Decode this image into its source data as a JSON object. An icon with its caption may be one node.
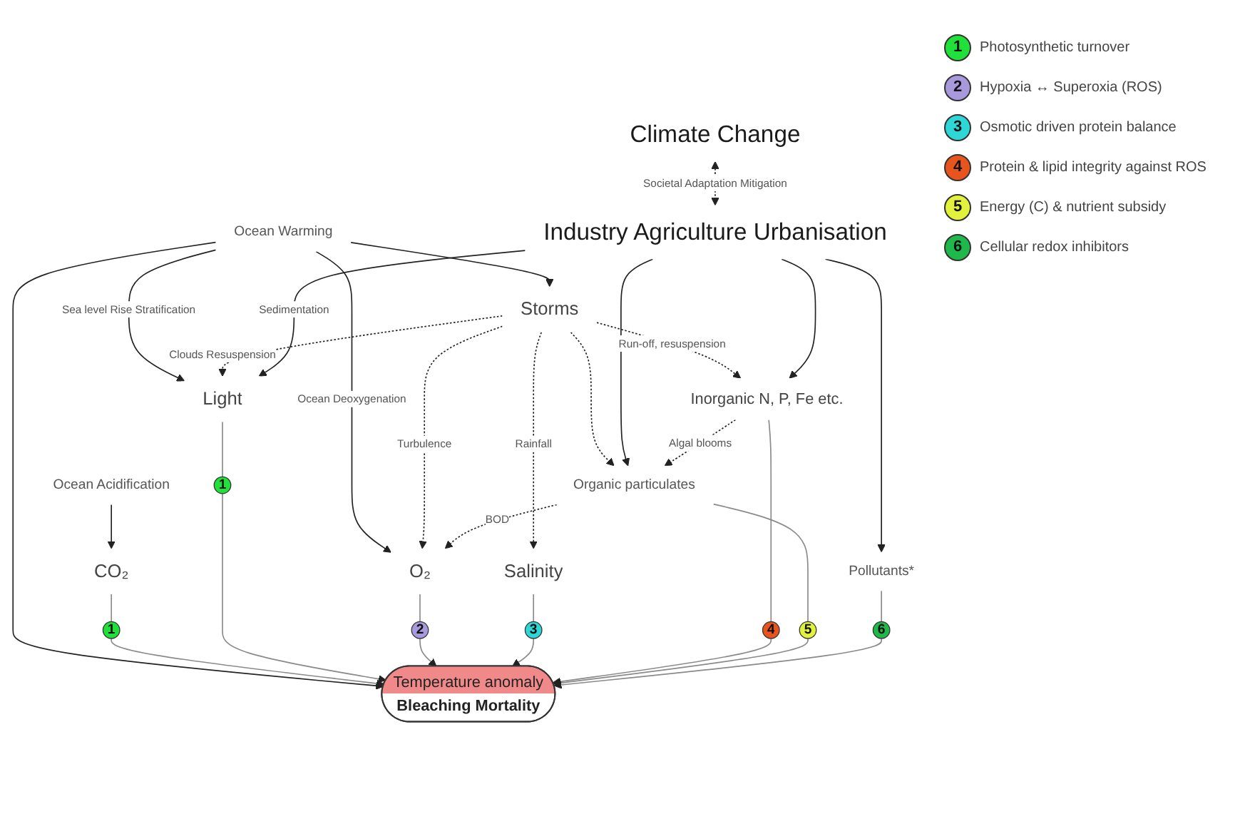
{
  "diagram": {
    "nodes": [
      {
        "text": [
          "Climate Change"
        ]
      },
      {
        "text": [
          "Ocean Acidification"
        ]
      },
      {
        "text": [
          "Ocean Warming"
        ]
      },
      {
        "text": [
          "CO₂"
        ]
      },
      {
        "text": [
          "1"
        ]
      },
      {
        "text": [
          "Temperature anomaly",
          "Bleaching Mortality"
        ]
      },
      {
        "text": [
          "Storms"
        ]
      },
      {
        "text": [
          "Light"
        ]
      },
      {
        "text": [
          "1"
        ]
      },
      {
        "text": [
          "O₂"
        ]
      },
      {
        "text": [
          "2"
        ]
      },
      {
        "text": [
          "3"
        ]
      },
      {
        "text": [
          "Salinity"
        ]
      },
      {
        "text": [
          "6"
        ]
      },
      {
        "text": [
          "Pollutants*"
        ]
      },
      {
        "text": [
          "5"
        ]
      },
      {
        "text": [
          "4"
        ]
      },
      {
        "text": [
          "Inorganic N, P, Fe etc."
        ]
      },
      {
        "text": [
          "Industry Agriculture Urbanisation"
        ]
      },
      {
        "text": [
          "Organic particulates"
        ]
      }
    ],
    "edges": [
      {
        "from": 0,
        "to": 18,
        "arrow": "both",
        "style": "dashed",
        "label": "Societal Adaptation Mitigation"
      },
      {
        "from": 1,
        "to": 3,
        "arrow": "to"
      },
      {
        "from": 2,
        "to": 5,
        "arrow": "to"
      },
      {
        "from": 2,
        "to": 9,
        "arrow": "to",
        "label": "Ocean Deoxygenation"
      },
      {
        "from": 2,
        "to": 7,
        "arrow": "to",
        "label": "Sea level Rise Stratification"
      },
      {
        "from": 2,
        "to": 6,
        "arrow": "to"
      },
      {
        "from": 3,
        "to": 4,
        "arrow": "none",
        "color": "#8a8a8a"
      },
      {
        "from": 4,
        "to": 5,
        "arrow": "to",
        "color": "#8a8a8a"
      },
      {
        "from": 7,
        "to": 8,
        "arrow": "none",
        "color": "#8a8a8a"
      },
      {
        "from": 8,
        "to": 5,
        "arrow": "to",
        "color": "#8a8a8a"
      },
      {
        "from": 9,
        "to": 10,
        "arrow": "none",
        "color": "#8a8a8a"
      },
      {
        "from": 10,
        "to": 5,
        "arrow": "to",
        "color": "#8a8a8a"
      },
      {
        "from": 12,
        "to": 11,
        "arrow": "none",
        "color": "#8a8a8a"
      },
      {
        "from": 11,
        "to": 5,
        "arrow": "to",
        "color": "#8a8a8a"
      },
      {
        "from": 17,
        "to": 16,
        "arrow": "none",
        "color": "#8a8a8a"
      },
      {
        "from": 16,
        "to": 5,
        "arrow": "to",
        "color": "#8a8a8a"
      },
      {
        "from": 19,
        "to": 15,
        "arrow": "none",
        "color": "#8a8a8a"
      },
      {
        "from": 15,
        "to": 5,
        "arrow": "to",
        "color": "#8a8a8a"
      },
      {
        "from": 14,
        "to": 13,
        "arrow": "none",
        "color": "#8a8a8a"
      },
      {
        "from": 13,
        "to": 5,
        "arrow": "to",
        "color": "#8a8a8a"
      },
      {
        "from": 6,
        "to": 7,
        "arrow": "to",
        "style": "dashed",
        "label": "Clouds Resuspension"
      },
      {
        "from": 6,
        "to": 9,
        "arrow": "to",
        "style": "dashed",
        "label": "Turbulence"
      },
      {
        "from": 6,
        "to": 12,
        "arrow": "to",
        "style": "dashed",
        "label": "Rainfall"
      },
      {
        "from": 6,
        "to": 17,
        "arrow": "to",
        "style": "dashed",
        "label": "Run-off, resuspension"
      },
      {
        "from": 6,
        "to": 19,
        "arrow": "to",
        "style": "dashed"
      },
      {
        "from": 18,
        "to": 14,
        "arrow": "to"
      },
      {
        "from": 18,
        "to": 7,
        "arrow": "to",
        "label": "Sedimentation"
      },
      {
        "from": 18,
        "to": 17,
        "arrow": "to"
      },
      {
        "from": 18,
        "to": 19,
        "arrow": "to"
      },
      {
        "from": 19,
        "to": 9,
        "arrow": "to",
        "style": "dashed",
        "label": "BOD"
      },
      {
        "from": 17,
        "to": 19,
        "arrow": "to",
        "style": "dashed",
        "label": "Algal blooms"
      }
    ],
    "labels": [
      "1",
      "2",
      "3",
      "4",
      "5",
      "6"
    ],
    "legend": [
      {
        "text": "Photosynthetic turnover",
        "color": "#22e03a"
      },
      {
        "text": "Hypoxia ↔ Superoxia (ROS)",
        "color": "#a899dd"
      },
      {
        "text": "Osmotic driven protein balance",
        "color": "#2ed6d6"
      },
      {
        "text": "Protein & lipid integrity against ROS",
        "color": "#e8541e"
      },
      {
        "text": "Energy (C) & nutrient subsidy",
        "color": "#e2f23c"
      },
      {
        "text": "Cellular redox inhibitors",
        "color": "#1fb84a"
      }
    ]
  }
}
